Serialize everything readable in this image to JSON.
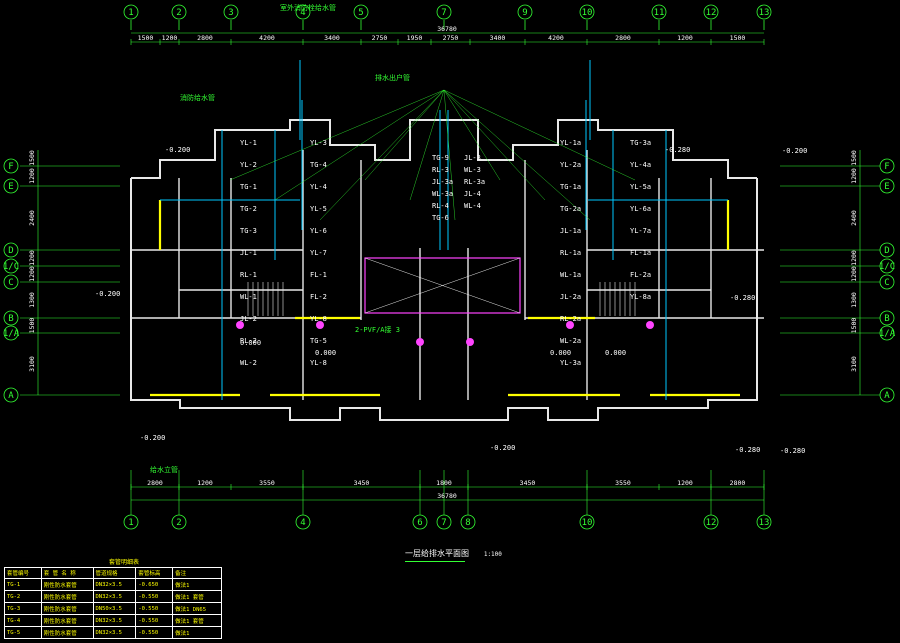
{
  "drawing": {
    "title": "一层给排水平面图",
    "scale": "1:100",
    "colors": {
      "background": "#000000",
      "grid": "#33ff33",
      "wall": "#e8e8e8",
      "pipe": "#00c8ff",
      "accent": "#ff44ff",
      "yellow": "#ffff00",
      "text": "#ffffff"
    }
  },
  "axes_columns": [
    "1",
    "2",
    "3",
    "4",
    "5",
    "7",
    "9",
    "10",
    "11",
    "12",
    "13"
  ],
  "axes_columns_bottom": [
    "1",
    "2",
    "4",
    "6",
    "7",
    "8",
    "10",
    "12",
    "13"
  ],
  "axes_rows": [
    "F",
    "E",
    "D",
    "1/C",
    "C",
    "B",
    "1/A",
    "A"
  ],
  "dims": {
    "top_overall": "36780",
    "bottom_overall": "36780",
    "top_segments": [
      "1500",
      "1200",
      "2800",
      "4200",
      "3400",
      "2750",
      "1950",
      "2750",
      "3400",
      "4200",
      "2800",
      "1200",
      "1500"
    ],
    "bottom_segments": [
      "2800",
      "1200",
      "3550",
      "3450",
      "1800",
      "3450",
      "3550",
      "1200",
      "2800"
    ],
    "left_segments": [
      "1500",
      "1200",
      "2400",
      "1200",
      "1200",
      "1300",
      "1500",
      "3100"
    ]
  },
  "elevations": [
    "-0.200",
    "-0.200",
    "-0.200",
    "-0.280",
    "-0.280",
    "-0.280",
    "-0.200",
    "0.000",
    "0.000",
    "0.000",
    "0.000",
    "-0.200",
    "-0.280"
  ],
  "tags": {
    "left": [
      "YL-1",
      "YL-2",
      "TG-1",
      "TG-2",
      "TG-3",
      "JL-1",
      "RL-1",
      "WL-1",
      "JL-2",
      "RL-2",
      "WL-2",
      "YL-3",
      "TG-4",
      "YL-4",
      "YL-5",
      "YL-6",
      "YL-7",
      "FL-1",
      "FL-2",
      "YL-8",
      "TG-5",
      "YL-8"
    ],
    "right": [
      "YL-1a",
      "YL-2a",
      "TG-1a",
      "TG-2a",
      "JL-1a",
      "RL-1a",
      "WL-1a",
      "JL-2a",
      "RL-2a",
      "WL-2a",
      "YL-3a",
      "TG-3a",
      "YL-4a",
      "YL-5a",
      "YL-6a",
      "YL-7a",
      "FL-1a",
      "FL-2a",
      "YL-8a"
    ],
    "center": [
      "TG-9",
      "JL-3",
      "RL-3",
      "WL-3",
      "JL-3a",
      "RL-3a",
      "WL-3a",
      "JL-4",
      "RL-4",
      "WL-4",
      "TG-6"
    ]
  },
  "notes": [
    "室外消防栓给水管",
    "2-PVF/A接 3",
    "给水立管",
    "排水出户管",
    "消防给水管"
  ],
  "legend": {
    "title": "套管明细表",
    "headers": [
      "套管编号",
      "套 管 名 称",
      "管道规格",
      "套管标高",
      "备注"
    ],
    "rows": [
      [
        "TG-1",
        "刚性防水套管",
        "DN32×3.5",
        "-0.650",
        "做法1"
      ],
      [
        "TG-2",
        "刚性防水套管",
        "DN32×3.5",
        "-0.550",
        "做法1 套管"
      ],
      [
        "TG-3",
        "刚性防水套管",
        "DN50×3.5",
        "-0.550",
        "做法1 DN65"
      ],
      [
        "TG-4",
        "刚性防水套管",
        "DN32×3.5",
        "-0.550",
        "做法1 套管"
      ],
      [
        "TG-5",
        "刚性防水套管",
        "DN32×3.5",
        "-0.550",
        "做法1"
      ]
    ]
  }
}
